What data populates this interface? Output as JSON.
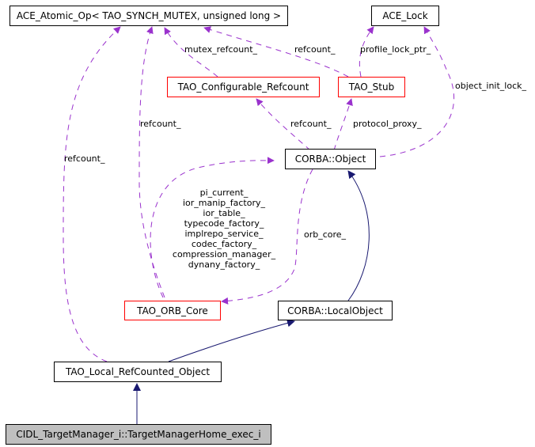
{
  "colors": {
    "usage_edge": "#9a32cd",
    "inherit_edge": "#191970",
    "red_border": "#ff0000",
    "current_node_fill": "#bfbfbf"
  },
  "nodes": {
    "ace_atomic_op": "ACE_Atomic_Op< TAO_SYNCH_MUTEX, unsigned long >",
    "ace_lock": "ACE_Lock",
    "tao_configurable_refcount": "TAO_Configurable_Refcount",
    "tao_stub": "TAO_Stub",
    "corba_object": "CORBA::Object",
    "tao_orb_core": "TAO_ORB_Core",
    "corba_local_object": "CORBA::LocalObject",
    "tao_local_refcounted_object": "TAO_Local_RefCounted_Object",
    "target_manager_home_exec": "CIDL_TargetManager_i::TargetManagerHome_exec_i"
  },
  "edge_labels": {
    "mutex_refcount": "mutex_refcount_",
    "stub_refcount": "refcount_",
    "profile_lock_ptr": "profile_lock_ptr_",
    "object_init_lock": "object_init_lock_",
    "object_refcount": "refcount_",
    "protocol_proxy": "protocol_proxy_",
    "orb_core_refcount": "refcount_",
    "local_refcount": "refcount_",
    "orb_core": "orb_core_",
    "orb_core_members": [
      "pi_current_",
      "ior_manip_factory_",
      "ior_table_",
      "typecode_factory_",
      "implrepo_service_",
      "codec_factory_",
      "compression_manager_",
      "dynany_factory_"
    ]
  }
}
